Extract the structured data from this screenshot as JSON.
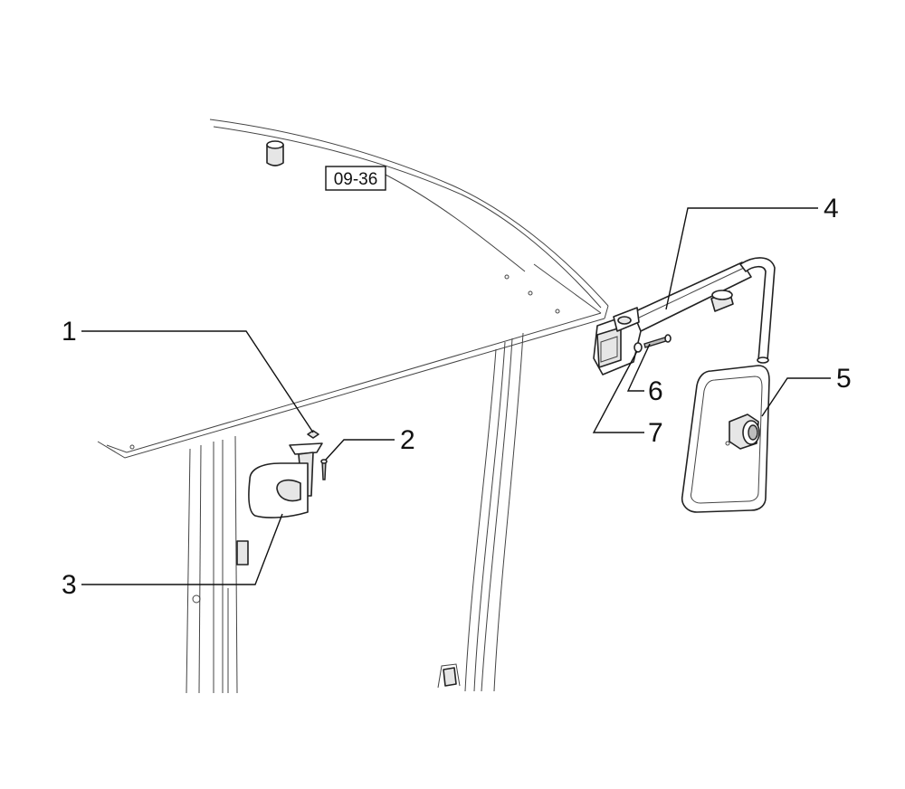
{
  "reference_box": {
    "label": "09-36"
  },
  "callouts": [
    {
      "id": "1",
      "label": "1"
    },
    {
      "id": "2",
      "label": "2"
    },
    {
      "id": "3",
      "label": "3"
    },
    {
      "id": "4",
      "label": "4"
    },
    {
      "id": "5",
      "label": "5"
    },
    {
      "id": "6",
      "label": "6"
    },
    {
      "id": "7",
      "label": "7"
    }
  ]
}
